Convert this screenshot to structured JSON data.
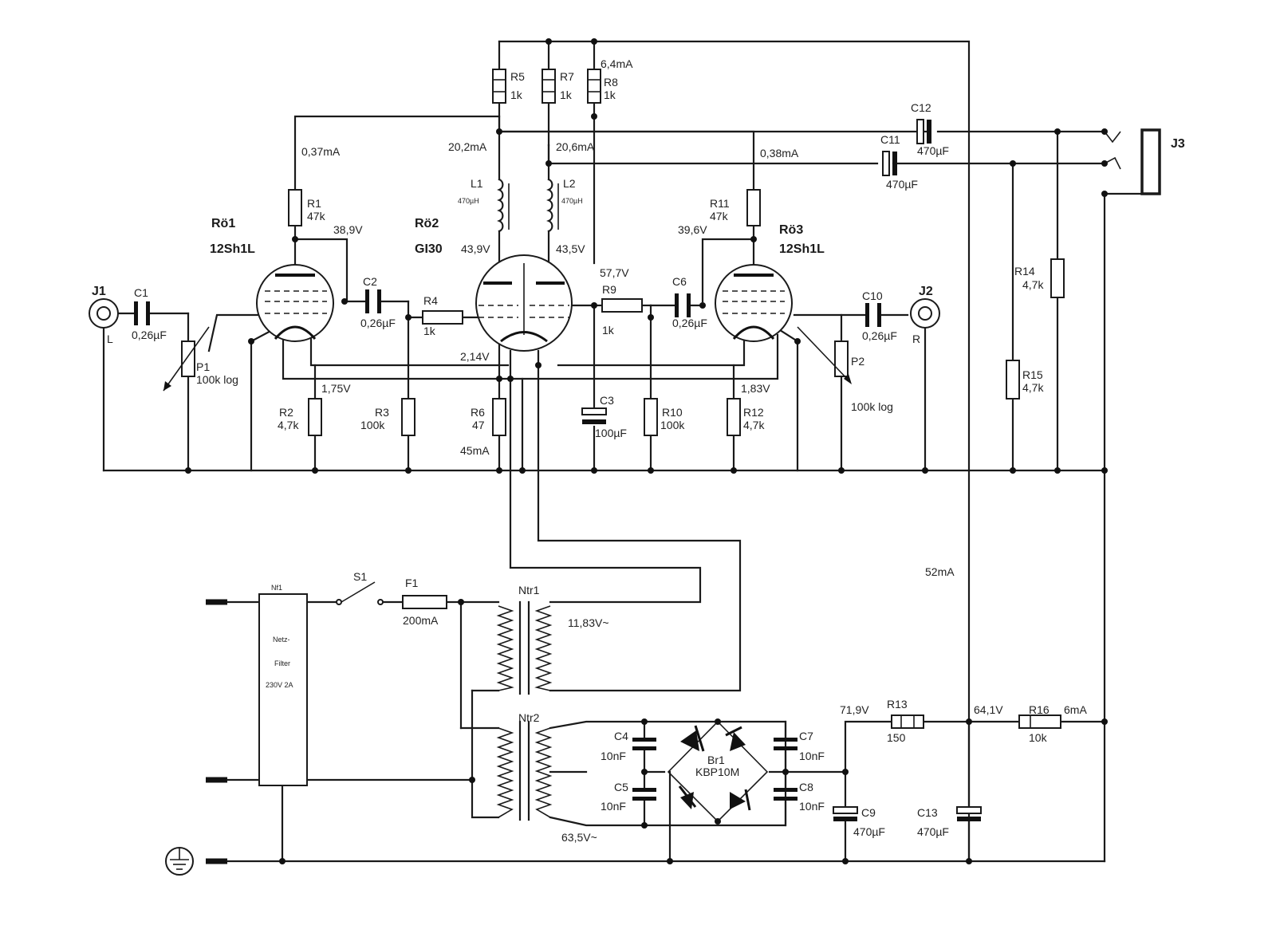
{
  "connectors": {
    "j1": "J1",
    "j1_channel": "L",
    "j2": "J2",
    "j2_channel": "R",
    "j3": "J3"
  },
  "tubes": {
    "ro1_name": "Rö1",
    "ro1_type": "12Sh1L",
    "ro2_name": "Rö2",
    "ro2_type": "GI30",
    "ro3_name": "Rö3",
    "ro3_type": "12Sh1L"
  },
  "resistors": {
    "r1": "R1",
    "r1_v": "47k",
    "r2": "R2",
    "r2_v": "4,7k",
    "r3": "R3",
    "r3_v": "100k",
    "r4": "R4",
    "r4_v": "1k",
    "r5": "R5",
    "r5_v": "1k",
    "r6": "R6",
    "r6_v": "47",
    "r7": "R7",
    "r7_v": "1k",
    "r8": "R8",
    "r8_v": "1k",
    "r9": "R9",
    "r9_v": "1k",
    "r10": "R10",
    "r10_v": "100k",
    "r11": "R11",
    "r11_v": "47k",
    "r12": "R12",
    "r12_v": "4,7k",
    "r13": "R13",
    "r13_v": "150",
    "r14": "R14",
    "r14_v": "4,7k",
    "r15": "R15",
    "r15_v": "4,7k",
    "r16": "R16",
    "r16_v": "10k"
  },
  "pots": {
    "p1": "P1",
    "p1_v": "100k log",
    "p2": "P2",
    "p2_v": "100k log"
  },
  "capacitors": {
    "c1": "C1",
    "c1_v": "0,26µF",
    "c2": "C2",
    "c2_v": "0,26µF",
    "c3": "C3",
    "c3_v": "100µF",
    "c4": "C4",
    "c4_v": "10nF",
    "c5": "C5",
    "c5_v": "10nF",
    "c6": "C6",
    "c6_v": "0,26µF",
    "c7": "C7",
    "c7_v": "10nF",
    "c8": "C8",
    "c8_v": "10nF",
    "c9": "C9",
    "c9_v": "470µF",
    "c10": "C10",
    "c10_v": "0,26µF",
    "c11": "C11",
    "c11_v": "470µF",
    "c12": "C12",
    "c12_v": "470µF",
    "c13": "C13",
    "c13_v": "470µF"
  },
  "inductors": {
    "l1": "L1",
    "l1_v": "470µH",
    "l2": "L2",
    "l2_v": "470µH"
  },
  "power": {
    "nf1": "Nf1",
    "filter_line1": "Netz-",
    "filter_line2": "Filter",
    "filter_line3": "230V 2A",
    "s1": "S1",
    "f1": "F1",
    "f1_v": "200mA",
    "ntr1": "Ntr1",
    "ntr1_v": "11,83V~",
    "ntr2": "Ntr2",
    "ntr2_v": "63,5V~",
    "br1": "Br1",
    "br1_v": "KBP10M"
  },
  "measurements": {
    "i_r8": "6,4mA",
    "i_r1": "0,37mA",
    "i_l1": "20,2mA",
    "i_l2": "20,6mA",
    "i_r11": "0,38mA",
    "v_ro1_plate": "38,9V",
    "v_ro3_plate": "39,6V",
    "v_l1": "43,9V",
    "v_l2": "43,5V",
    "v_r8": "57,7V",
    "v_cath2": "2,14V",
    "v_cath1": "1,75V",
    "v_cath3": "1,83V",
    "i_r6": "45mA",
    "i_supply": "52mA",
    "v_c9": "71,9V",
    "v_c13": "64,1V",
    "i_r16": "6mA"
  }
}
